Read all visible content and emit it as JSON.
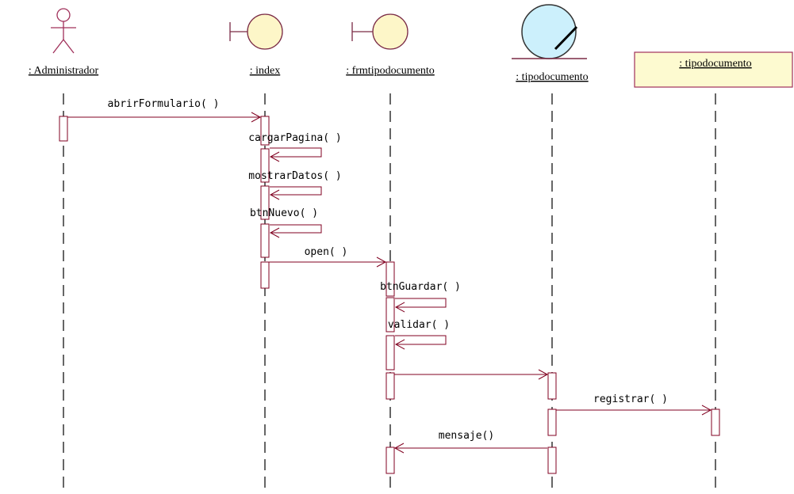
{
  "participants": [
    {
      "id": "admin",
      "kind": "actor",
      "label": ": Administrador"
    },
    {
      "id": "index",
      "kind": "boundary",
      "label": ": index"
    },
    {
      "id": "frm",
      "kind": "boundary",
      "label": ": frmtipodocumento"
    },
    {
      "id": "entity",
      "kind": "entity",
      "label": ": tipodocumento"
    },
    {
      "id": "cls",
      "kind": "class",
      "label": ": tipodocumento"
    }
  ],
  "messages": [
    {
      "from": "admin",
      "to": "index",
      "label": "abrirFormulario( )"
    },
    {
      "from": "index",
      "to": "index",
      "label": "cargarPagina( )"
    },
    {
      "from": "index",
      "to": "index",
      "label": "mostrarDatos( )"
    },
    {
      "from": "index",
      "to": "index",
      "label": "btnNuevo( )"
    },
    {
      "from": "index",
      "to": "frm",
      "label": "open( )"
    },
    {
      "from": "frm",
      "to": "frm",
      "label": "btnGuardar( )"
    },
    {
      "from": "frm",
      "to": "frm",
      "label": "validar( )"
    },
    {
      "from": "frm",
      "to": "entity",
      "label": ""
    },
    {
      "from": "entity",
      "to": "cls",
      "label": "registrar( )"
    },
    {
      "from": "entity",
      "to": "frm",
      "label": "mensaje()"
    }
  ],
  "colors": {
    "message_line": "#800020",
    "boundary_fill": "#fdf6c8",
    "entity_fill": "#ccf0fc",
    "class_fill": "#fdfad0",
    "class_border": "#a0305a"
  }
}
